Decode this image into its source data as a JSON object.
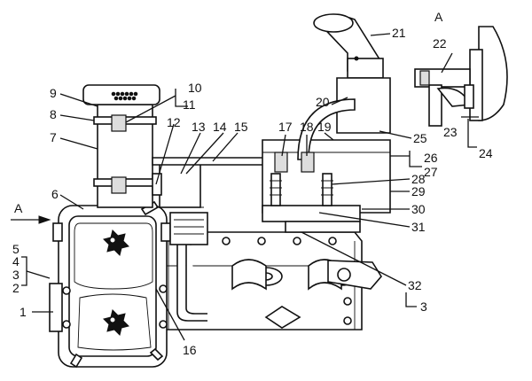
{
  "view_markers": {
    "section_view_label": "A",
    "arrow_label": "A"
  },
  "callouts": [
    "1",
    "2",
    "3",
    "4",
    "5",
    "6",
    "7",
    "8",
    "9",
    "10",
    "11",
    "12",
    "13",
    "14",
    "15",
    "16",
    "17",
    "18",
    "19",
    "20",
    "21",
    "22",
    "23",
    "24",
    "25",
    "26",
    "27",
    "28",
    "29",
    "30",
    "31",
    "32",
    "3"
  ]
}
